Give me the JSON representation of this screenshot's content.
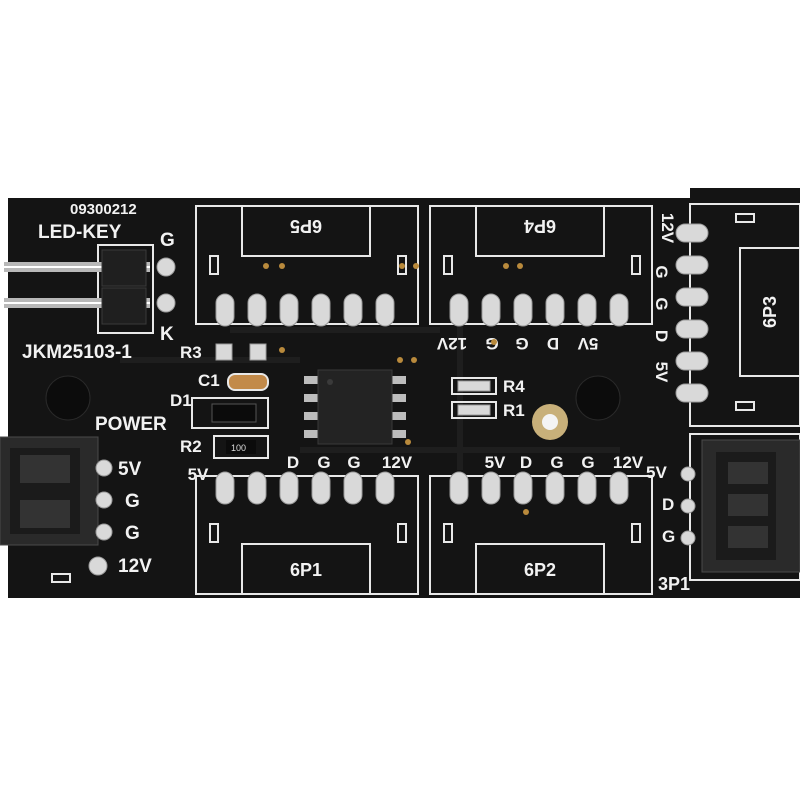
{
  "colors": {
    "pcb": "#141414",
    "silkscreen": "#f2f2f2",
    "pad": "#d9d9d9",
    "connector": "#2a2a2a"
  },
  "board": {
    "serial": "09300212",
    "model": "JKM25103-1",
    "led_key": {
      "title": "LED-KEY",
      "pin_g": "G",
      "pin_k": "K"
    },
    "power": {
      "title": "POWER",
      "pins": [
        "5V",
        "G",
        "G",
        "12V"
      ]
    },
    "parts": {
      "r3": "R3",
      "c1": "C1",
      "d1": "D1",
      "r2": "R2",
      "r2_value": "100",
      "r4": "R4",
      "r1": "R1"
    },
    "headers": {
      "p5": {
        "label": "6P5"
      },
      "p4": {
        "label": "6P4",
        "pins": [
          "12V",
          "G",
          "G",
          "D",
          "5V"
        ]
      },
      "p1": {
        "label": "6P1",
        "pins": [
          "5V",
          "D",
          "G",
          "G",
          "12V"
        ]
      },
      "p2": {
        "label": "6P2",
        "pins": [
          "5V",
          "D",
          "G",
          "G",
          "12V"
        ]
      },
      "p3": {
        "label": "6P3",
        "pins": [
          "12V",
          "G",
          "G",
          "D",
          "5V"
        ]
      },
      "p31": {
        "label": "3P1",
        "pins": [
          "5V",
          "D",
          "G"
        ]
      }
    }
  }
}
